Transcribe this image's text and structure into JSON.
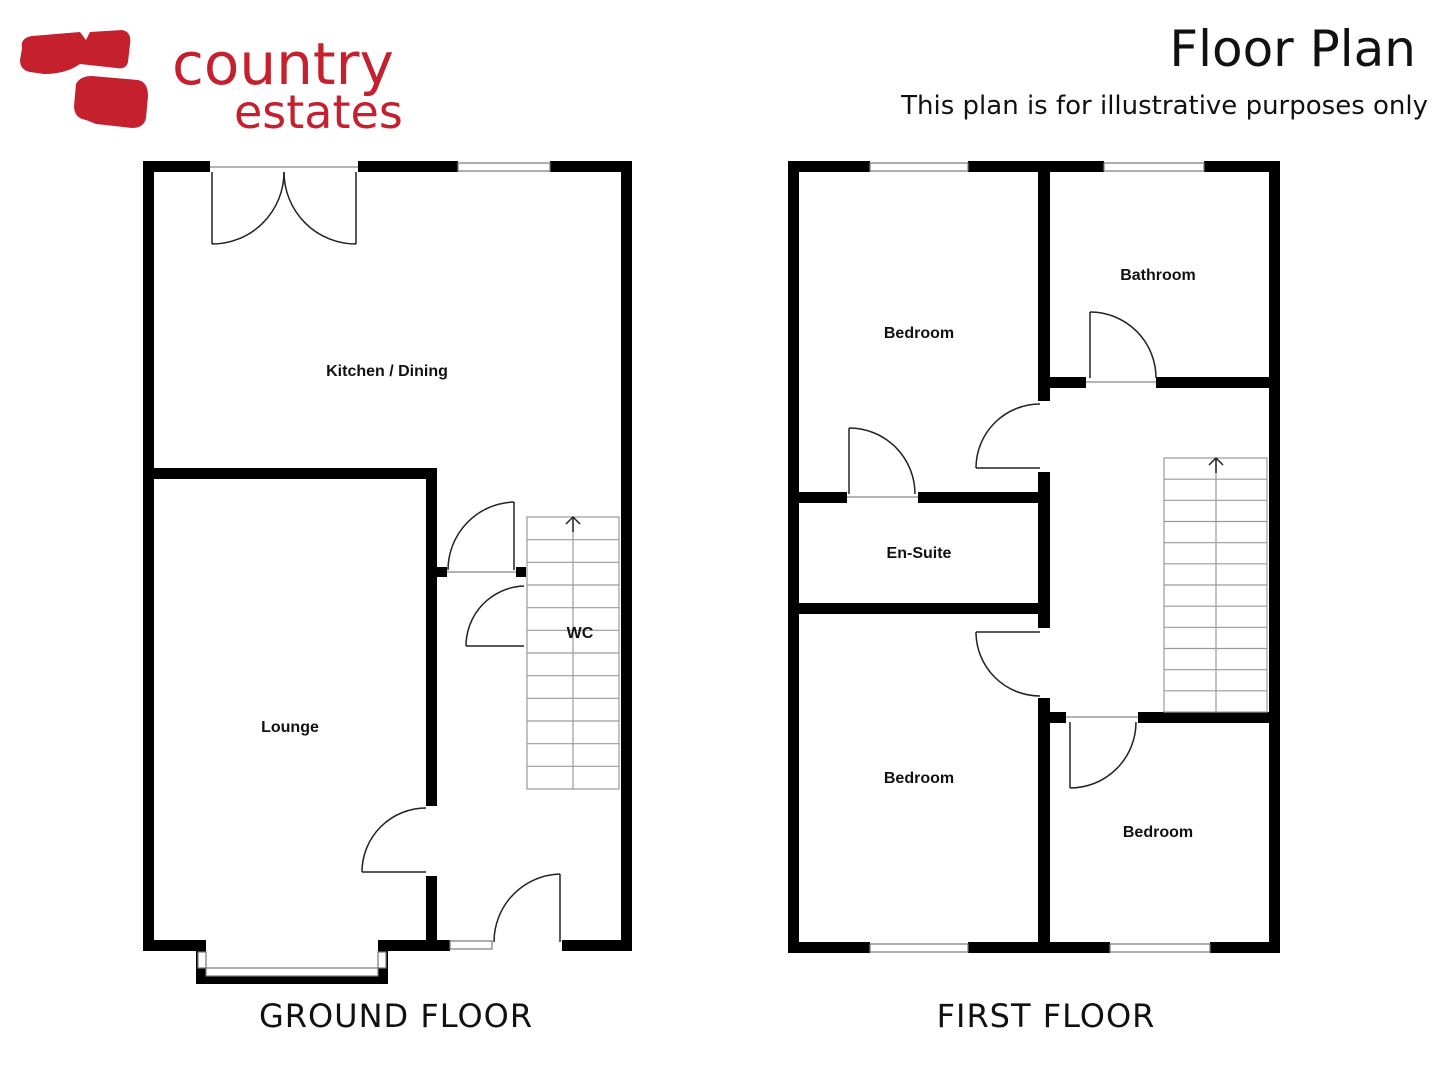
{
  "brand": {
    "name_line1": "country",
    "name_line2": "estates",
    "accent_color": "#c4202e"
  },
  "header": {
    "title": "Floor Plan",
    "subtitle": "This plan is for illustrative purposes only"
  },
  "ground_floor": {
    "label": "GROUND FLOOR",
    "rooms": {
      "kitchen": "Kitchen / Dining",
      "lounge": "Lounge",
      "wc": "WC"
    }
  },
  "first_floor": {
    "label": "FIRST FLOOR",
    "rooms": {
      "bedroom_1": "Bedroom",
      "bathroom": "Bathroom",
      "ensuite": "En-Suite",
      "bedroom_2": "Bedroom",
      "bedroom_3": "Bedroom"
    }
  }
}
